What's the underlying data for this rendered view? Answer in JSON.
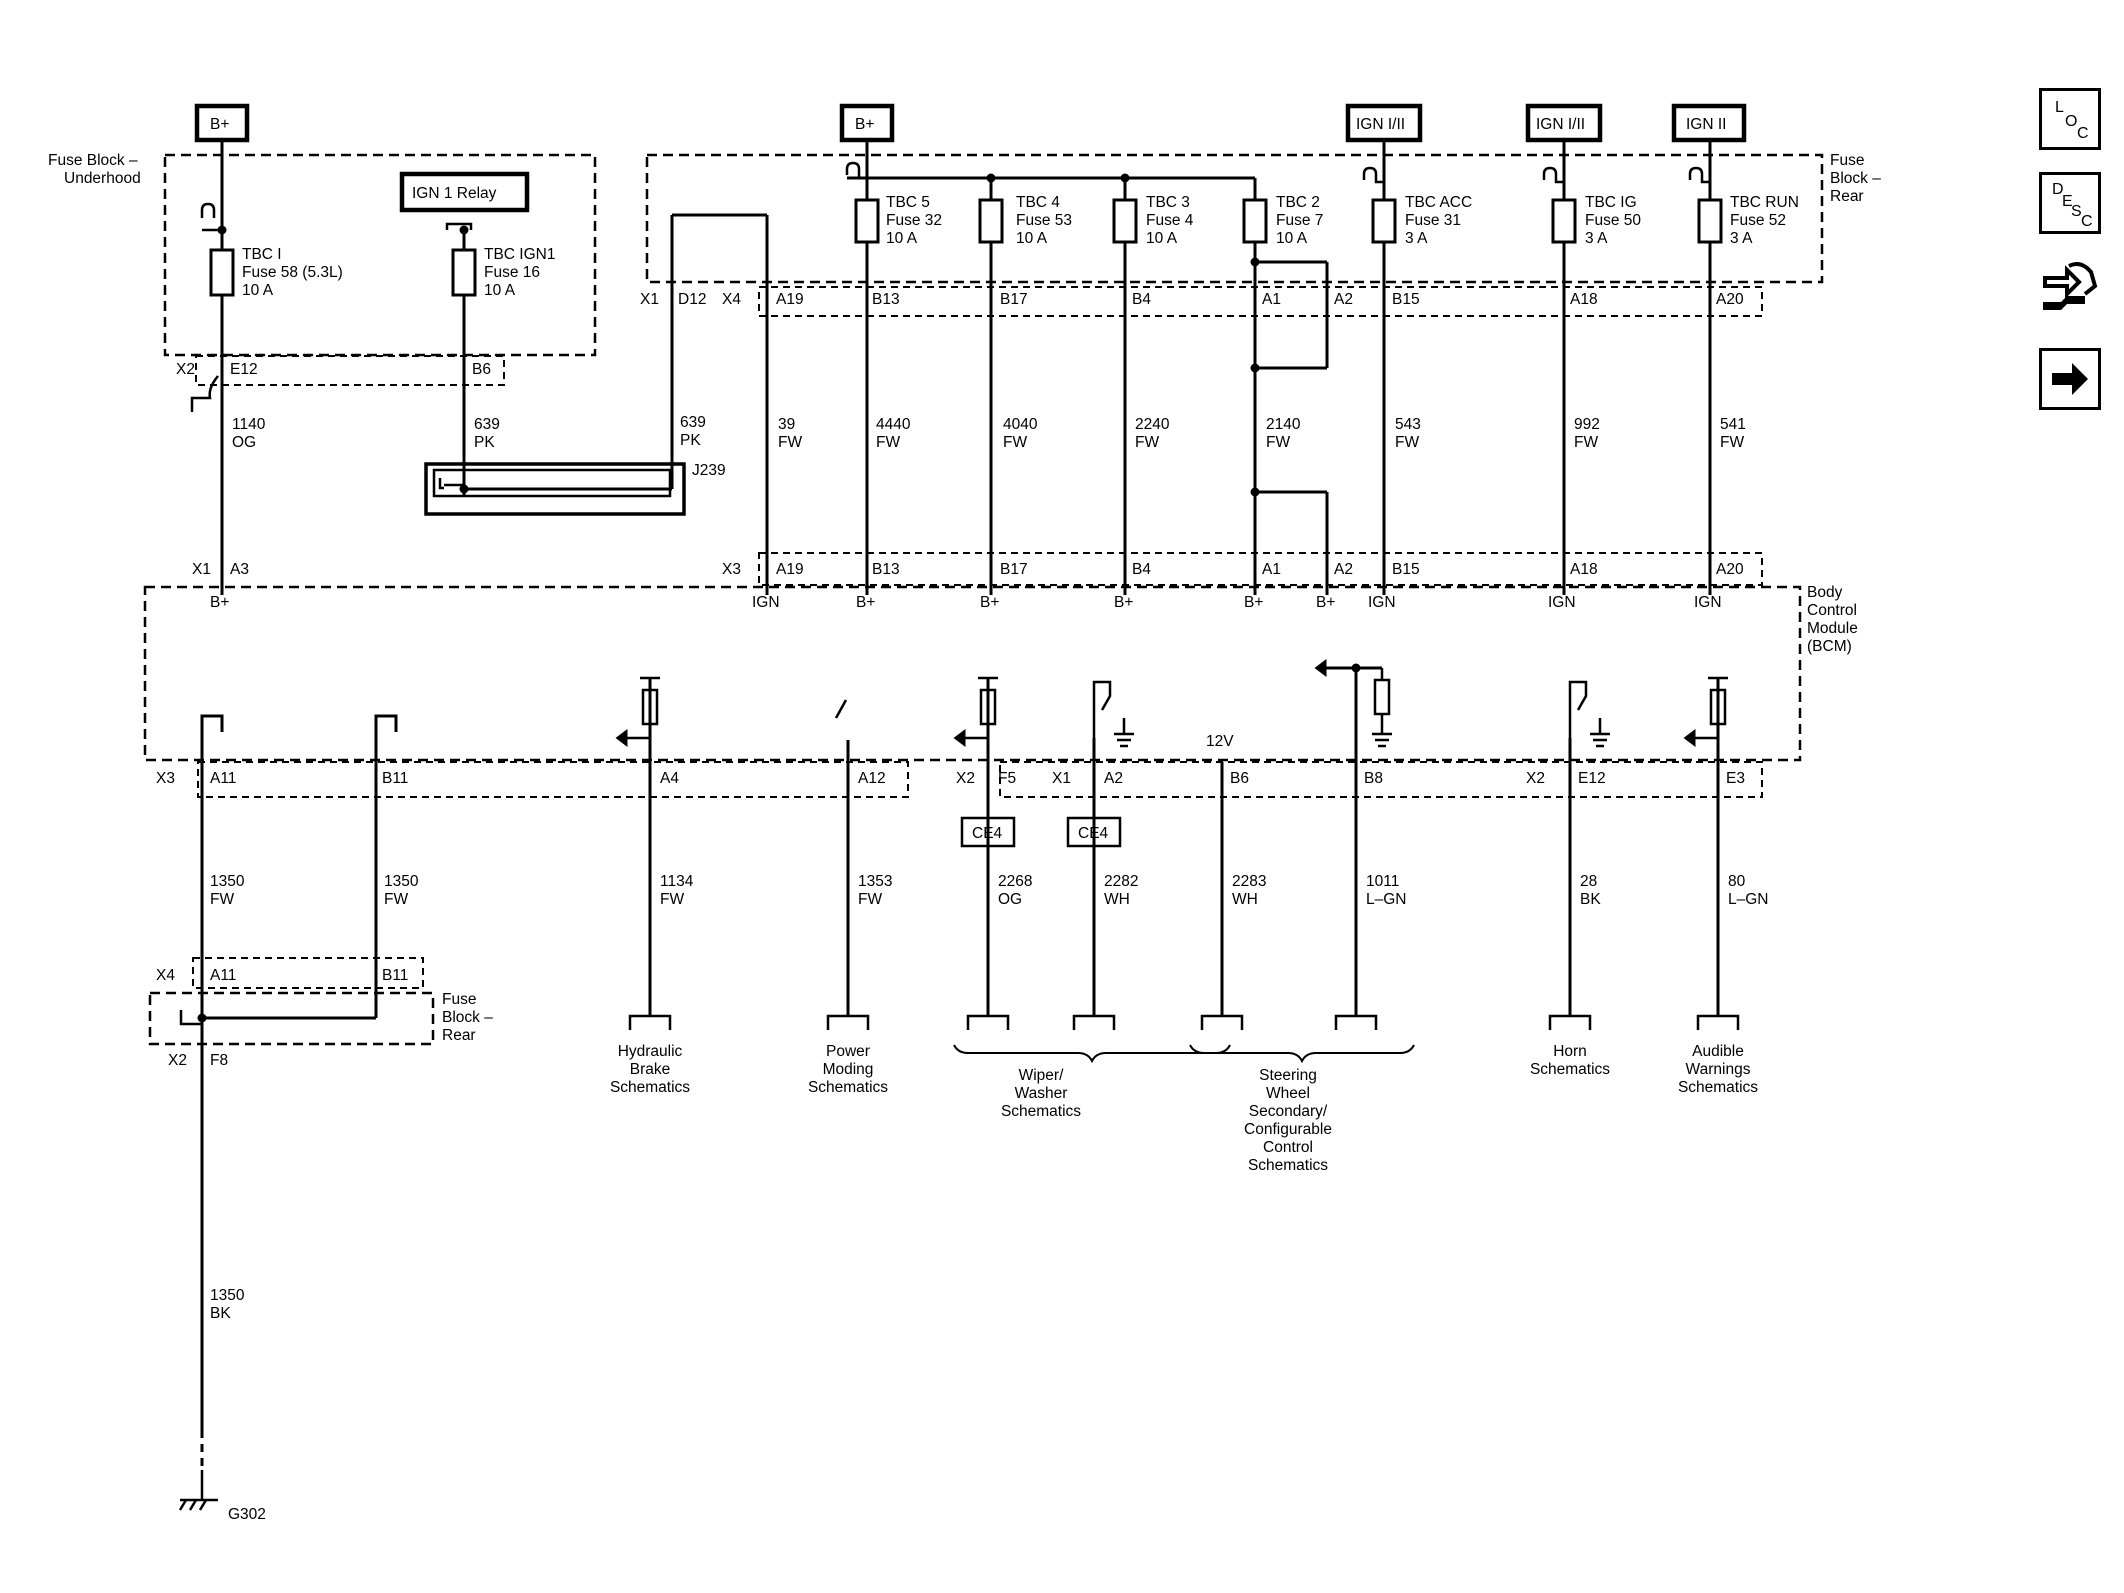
{
  "colors": {
    "line": "#000000",
    "background": "#ffffff"
  },
  "nav": {
    "loc": {
      "letters": [
        "L",
        "O",
        "C"
      ],
      "icon": "location-icon"
    },
    "desc": {
      "letters": [
        "D",
        "E",
        "S",
        "C"
      ],
      "icon": "description-icon"
    },
    "connector_icon": "connector-tool-icon",
    "next_icon": "right-arrow-icon"
  },
  "power": {
    "bplus_left": "B+",
    "bplus_mid": "B+",
    "ign_acc": "IGN I/II",
    "ign_ig": "IGN I/II",
    "ign_run": "IGN II",
    "ign1_relay": "IGN 1 Relay"
  },
  "blocks": {
    "underhood": [
      "Fuse Block –",
      "Underhood"
    ],
    "rear_top": [
      "Fuse",
      "Block –",
      "Rear"
    ],
    "rear_bottom": [
      "Fuse",
      "Block –",
      "Rear"
    ],
    "bcm": [
      "Body",
      "Control",
      "Module",
      "(BCM)"
    ]
  },
  "fuses": {
    "tbc_i": [
      "TBC I",
      "Fuse 58 (5.3L)",
      "10 A"
    ],
    "tbc_ign1": [
      "TBC IGN1",
      "Fuse 16",
      "10 A"
    ],
    "tbc5": [
      "TBC 5",
      "Fuse 32",
      "10 A"
    ],
    "tbc4": [
      "TBC 4",
      "Fuse 53",
      "10 A"
    ],
    "tbc3": [
      "TBC 3",
      "Fuse 4",
      "10 A"
    ],
    "tbc2": [
      "TBC 2",
      "Fuse 7",
      "10 A"
    ],
    "tbcacc": [
      "TBC ACC",
      "Fuse 31",
      "3 A"
    ],
    "tbcig": [
      "TBC IG",
      "Fuse 50",
      "3 A"
    ],
    "tbcrun": [
      "TBC RUN",
      "Fuse 52",
      "3 A"
    ]
  },
  "connectors": {
    "x2": "X2",
    "e12": "E12",
    "b6": "B6",
    "x1_top": "X1",
    "d12": "D12",
    "x4_top": "X4",
    "a19": "A19",
    "b13": "B13",
    "b17": "B17",
    "b4": "B4",
    "a1": "A1",
    "a2": "A2",
    "b15": "B15",
    "a18": "A18",
    "a20": "A20",
    "j239": "J239",
    "x1_bcm": "X1",
    "a3": "A3",
    "x3_bcm": "X3",
    "x3_bot": "X3",
    "a11": "A11",
    "b11": "B11",
    "a4": "A4",
    "a12": "A12",
    "x2_f5": "X2",
    "f5": "F5",
    "x1_a2": "X1",
    "a2_bot": "A2",
    "b6_bot": "B6",
    "b8": "B8",
    "x2_e12": "X2",
    "e12_bot": "E12",
    "e3": "E3",
    "x4_bot": "X4",
    "a11_r": "A11",
    "b11_r": "B11",
    "x2_f8": "X2",
    "f8": "F8",
    "ce4_a": "CE4",
    "ce4_b": "CE4",
    "g302": "G302"
  },
  "wires": {
    "w1140": [
      "1140",
      "OG"
    ],
    "w639a": [
      "639",
      "PK"
    ],
    "w639b": [
      "639",
      "PK"
    ],
    "w39": [
      "39",
      "FW"
    ],
    "w4440": [
      "4440",
      "FW"
    ],
    "w4040": [
      "4040",
      "FW"
    ],
    "w2240": [
      "2240",
      "FW"
    ],
    "w2140": [
      "2140",
      "FW"
    ],
    "w543": [
      "543",
      "FW"
    ],
    "w992": [
      "992",
      "FW"
    ],
    "w541": [
      "541",
      "FW"
    ],
    "w1350a": [
      "1350",
      "FW"
    ],
    "w1350b": [
      "1350",
      "FW"
    ],
    "w1134": [
      "1134",
      "FW"
    ],
    "w1353": [
      "1353",
      "FW"
    ],
    "w2268": [
      "2268",
      "OG"
    ],
    "w2282": [
      "2282",
      "WH"
    ],
    "w2283": [
      "2283",
      "WH"
    ],
    "w1011": [
      "1011",
      "L–GN"
    ],
    "w28": [
      "28",
      "BK"
    ],
    "w80": [
      "80",
      "L–GN"
    ],
    "w1350bk": [
      "1350",
      "BK"
    ]
  },
  "bcm_pins": {
    "bplus_a3": "B+",
    "ign_a19": "IGN",
    "bplus_b13": "B+",
    "bplus_b17": "B+",
    "bplus_b4": "B+",
    "bplus_a1": "B+",
    "bplus_a2": "B+",
    "ign_b15": "IGN",
    "ign_a18": "IGN",
    "ign_a20": "IGN",
    "v12": "12V"
  },
  "refs": {
    "hydraulic": [
      "Hydraulic",
      "Brake",
      "Schematics"
    ],
    "power_moding": [
      "Power",
      "Moding",
      "Schematics"
    ],
    "wiper": [
      "Wiper/",
      "Washer",
      "Schematics"
    ],
    "steering": [
      "Steering",
      "Wheel",
      "Secondary/",
      "Configurable",
      "Control",
      "Schematics"
    ],
    "horn": [
      "Horn",
      "Schematics"
    ],
    "audible": [
      "Audible",
      "Warnings",
      "Schematics"
    ]
  }
}
